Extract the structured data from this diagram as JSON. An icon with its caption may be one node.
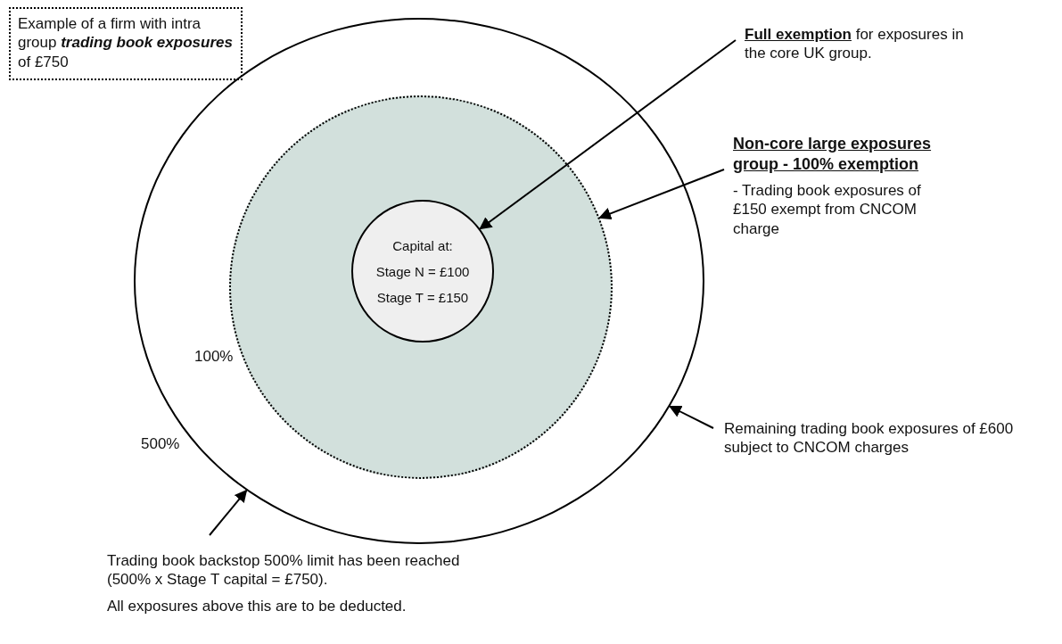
{
  "diagram": {
    "nodes": [
      {
        "text": [
          "Example of a firm with intra group *trading book exposures* of £750"
        ]
      },
      {
        "text": [],
        "shape": "circle"
      },
      {
        "text": [],
        "shape": "circle",
        "in": 1
      },
      {
        "text": [
          "Capital at:",
          "Stage N = £100",
          "Stage T = £150"
        ],
        "in": 2
      },
      {
        "text": [
          "**Full exemption** for exposures in the core UK group."
        ]
      },
      {
        "text": [
          "Non-core large exposures group - 100% exemption",
          "- Trading book exposures of £150 exempt from CNCOM charge"
        ]
      },
      {
        "text": [
          "Remaining trading book exposures of £600 subject to CNCOM charges"
        ]
      },
      {
        "text": [
          "Trading book backstop 500% limit has been reached (500% x Stage T capital = £750).",
          "All exposures above this are to be deducted."
        ]
      }
    ],
    "edges": [
      {
        "from": 4,
        "to": 3,
        "arrow": "to"
      },
      {
        "from": 5,
        "to": 2,
        "arrow": "to"
      },
      {
        "from": 6,
        "to": 1,
        "arrow": "to"
      },
      {
        "from": 7,
        "to": 1,
        "arrow": "to"
      }
    ],
    "labels": [
      "100%",
      "500%"
    ]
  }
}
